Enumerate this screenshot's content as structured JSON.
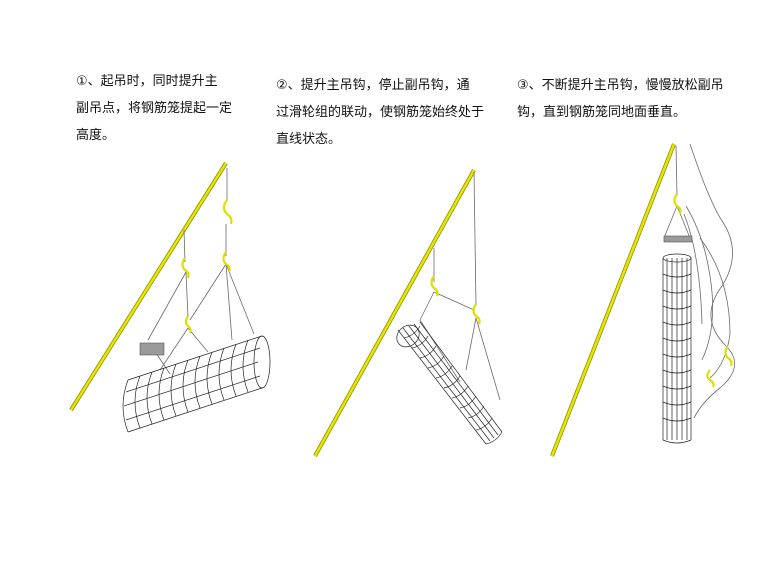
{
  "steps": [
    {
      "text": "  ①、起吊时，同时提升主\n副吊点，将钢筋笼提起一定\n高度。"
    },
    {
      "text": "  ②、提升主吊钩，停止副吊钩，通\n过滑轮组的联动，使钢筋笼始终处于\n直线状态。"
    },
    {
      "text": "  ③、不断提升主吊钩，慢慢放松副吊\n钩，直到钢筋笼同地面垂直。"
    }
  ],
  "colors": {
    "boom": "#e6e600",
    "boom_edge": "#8a8a00",
    "hook": "#e0e000",
    "rope": "#6a6a6a",
    "cage": "#222222"
  }
}
